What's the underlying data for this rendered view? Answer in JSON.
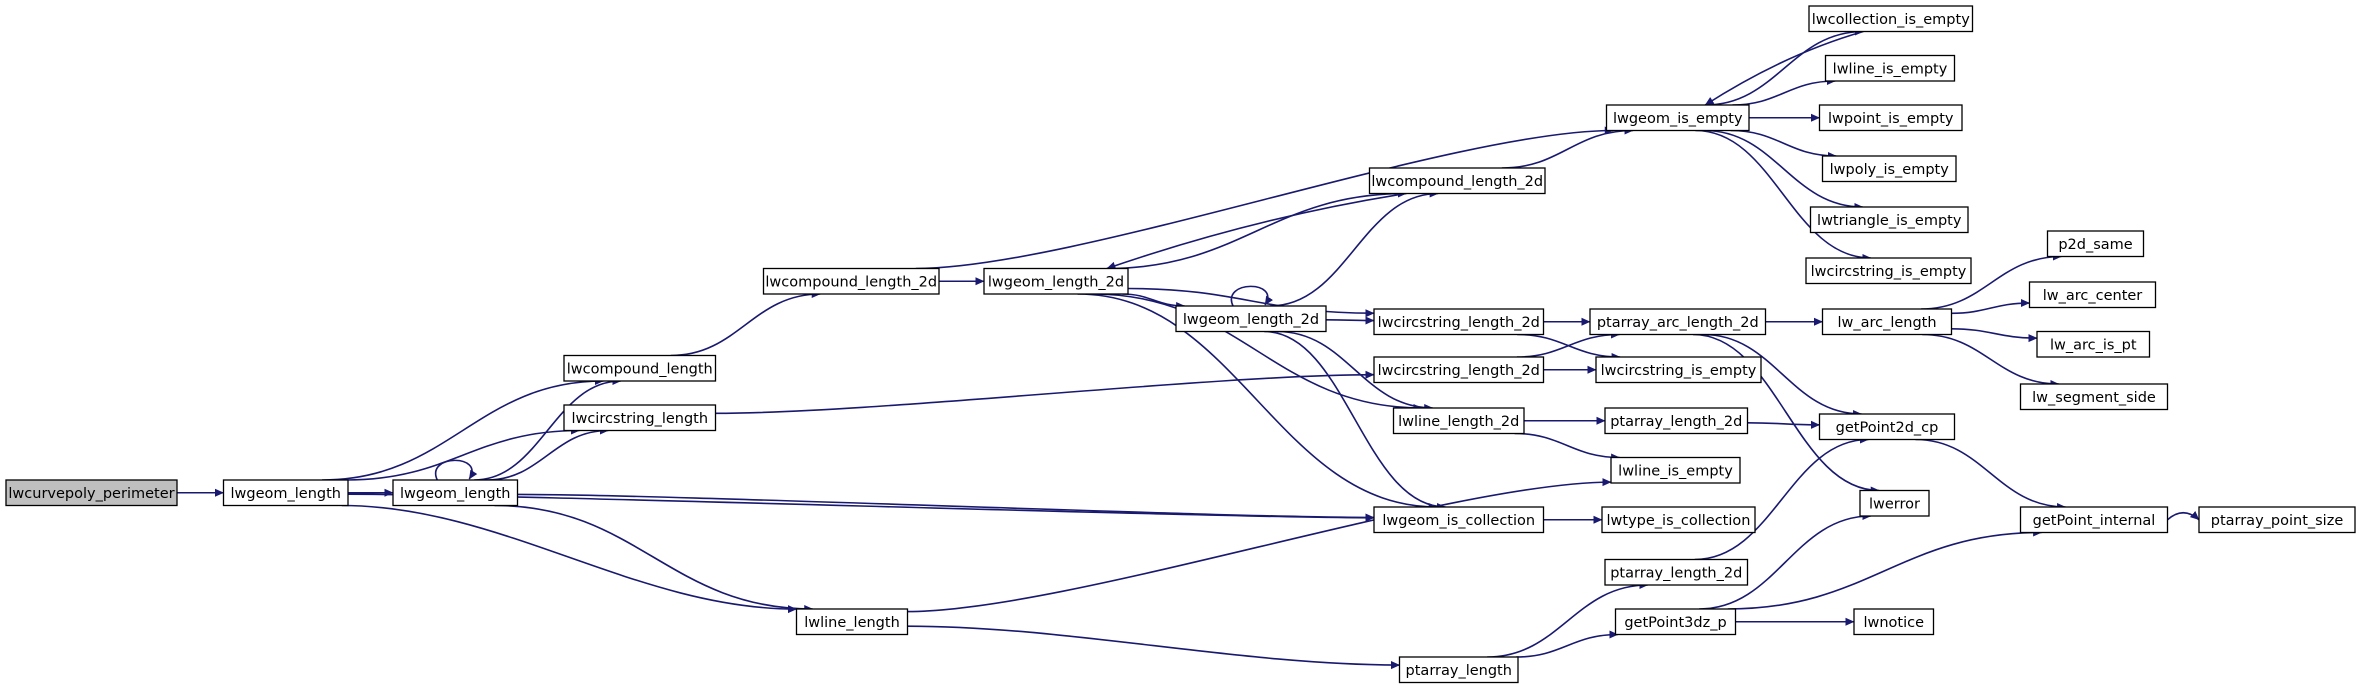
{
  "graph": {
    "colors": {
      "edge": "#191970",
      "node_fill": "#ffffff",
      "root_fill": "#bfbfbf",
      "node_border": "#000000",
      "background": "#ffffff"
    },
    "nodes": [
      {
        "id": "n_root",
        "label": "lwcurvepoly_perimeter",
        "root": true
      },
      {
        "id": "n_lwgeom_length_a",
        "label": "lwgeom_length"
      },
      {
        "id": "n_lwgeom_length_b",
        "label": "lwgeom_length"
      },
      {
        "id": "n_lwcompound_length",
        "label": "lwcompound_length"
      },
      {
        "id": "n_lwcircstring_length",
        "label": "lwcircstring_length"
      },
      {
        "id": "n_lwline_length",
        "label": "lwline_length"
      },
      {
        "id": "n_lwcompound_length_2d_a",
        "label": "lwcompound_length_2d"
      },
      {
        "id": "n_lwgeom_length_2d_a",
        "label": "lwgeom_length_2d"
      },
      {
        "id": "n_lwcompound_length_2d_b",
        "label": "lwcompound_length_2d"
      },
      {
        "id": "n_lwgeom_length_2d_b",
        "label": "lwgeom_length_2d"
      },
      {
        "id": "n_lwcircstring_length_2d_a",
        "label": "lwcircstring_length_2d"
      },
      {
        "id": "n_lwcircstring_length_2d_b",
        "label": "lwcircstring_length_2d"
      },
      {
        "id": "n_lwline_length_2d",
        "label": "lwline_length_2d"
      },
      {
        "id": "n_lwgeom_is_collection",
        "label": "lwgeom_is_collection"
      },
      {
        "id": "n_lwgeom_is_empty",
        "label": "lwgeom_is_empty"
      },
      {
        "id": "n_lwcollection_is_empty",
        "label": "lwcollection_is_empty"
      },
      {
        "id": "n_lwline_is_empty_top",
        "label": "lwline_is_empty"
      },
      {
        "id": "n_lwpoint_is_empty",
        "label": "lwpoint_is_empty"
      },
      {
        "id": "n_lwpoly_is_empty",
        "label": "lwpoly_is_empty"
      },
      {
        "id": "n_lwtriangle_is_empty",
        "label": "lwtriangle_is_empty"
      },
      {
        "id": "n_lwcircstring_is_empty_top",
        "label": "lwcircstring_is_empty"
      },
      {
        "id": "n_ptarray_arc_length_2d",
        "label": "ptarray_arc_length_2d"
      },
      {
        "id": "n_lwcircstring_is_empty_mid",
        "label": "lwcircstring_is_empty"
      },
      {
        "id": "n_ptarray_length_2d_a",
        "label": "ptarray_length_2d"
      },
      {
        "id": "n_lwline_is_empty_mid",
        "label": "lwline_is_empty"
      },
      {
        "id": "n_lwtype_is_collection",
        "label": "lwtype_is_collection"
      },
      {
        "id": "n_ptarray_length_2d_b",
        "label": "ptarray_length_2d"
      },
      {
        "id": "n_getPoint3dz_p",
        "label": "getPoint3dz_p"
      },
      {
        "id": "n_ptarray_length",
        "label": "ptarray_length"
      },
      {
        "id": "n_lw_arc_length",
        "label": "lw_arc_length"
      },
      {
        "id": "n_getPoint2d_cp",
        "label": "getPoint2d_cp"
      },
      {
        "id": "n_lwerror",
        "label": "lwerror"
      },
      {
        "id": "n_lwnotice",
        "label": "lwnotice"
      },
      {
        "id": "n_p2d_same",
        "label": "p2d_same"
      },
      {
        "id": "n_lw_arc_center",
        "label": "lw_arc_center"
      },
      {
        "id": "n_lw_arc_is_pt",
        "label": "lw_arc_is_pt"
      },
      {
        "id": "n_lw_segment_side",
        "label": "lw_segment_side"
      },
      {
        "id": "n_getPoint_internal",
        "label": "getPoint_internal"
      },
      {
        "id": "n_ptarray_point_size",
        "label": "ptarray_point_size"
      }
    ],
    "edges": [
      [
        "n_root",
        "n_lwgeom_length_a"
      ],
      [
        "n_lwgeom_length_a",
        "n_lwgeom_length_b"
      ],
      [
        "n_lwgeom_length_a",
        "n_lwcompound_length"
      ],
      [
        "n_lwgeom_length_a",
        "n_lwcircstring_length"
      ],
      [
        "n_lwgeom_length_a",
        "n_lwline_length"
      ],
      [
        "n_lwgeom_length_a",
        "n_lwgeom_is_collection"
      ],
      [
        "n_lwgeom_length_b",
        "n_lwgeom_length_b"
      ],
      [
        "n_lwgeom_length_b",
        "n_lwcompound_length"
      ],
      [
        "n_lwgeom_length_b",
        "n_lwcircstring_length"
      ],
      [
        "n_lwgeom_length_b",
        "n_lwline_length"
      ],
      [
        "n_lwgeom_length_b",
        "n_lwgeom_is_collection"
      ],
      [
        "n_lwcompound_length",
        "n_lwcompound_length_2d_a"
      ],
      [
        "n_lwcircstring_length",
        "n_lwcircstring_length_2d_b"
      ],
      [
        "n_lwline_length",
        "n_ptarray_length"
      ],
      [
        "n_lwline_length",
        "n_lwline_is_empty_mid"
      ],
      [
        "n_lwcompound_length_2d_a",
        "n_lwgeom_length_2d_a"
      ],
      [
        "n_lwcompound_length_2d_a",
        "n_lwgeom_is_empty"
      ],
      [
        "n_lwgeom_length_2d_a",
        "n_lwcompound_length_2d_b"
      ],
      [
        "n_lwgeom_length_2d_a",
        "n_lwgeom_length_2d_b"
      ],
      [
        "n_lwgeom_length_2d_a",
        "n_lwcircstring_length_2d_a"
      ],
      [
        "n_lwgeom_length_2d_a",
        "n_lwline_length_2d"
      ],
      [
        "n_lwgeom_length_2d_a",
        "n_lwgeom_is_collection"
      ],
      [
        "n_lwcompound_length_2d_b",
        "n_lwgeom_length_2d_a"
      ],
      [
        "n_lwcompound_length_2d_b",
        "n_lwgeom_is_empty"
      ],
      [
        "n_lwgeom_length_2d_b",
        "n_lwgeom_length_2d_b"
      ],
      [
        "n_lwgeom_length_2d_b",
        "n_lwcompound_length_2d_b"
      ],
      [
        "n_lwgeom_length_2d_b",
        "n_lwcircstring_length_2d_a"
      ],
      [
        "n_lwgeom_length_2d_b",
        "n_lwline_length_2d"
      ],
      [
        "n_lwgeom_length_2d_b",
        "n_lwgeom_is_collection"
      ],
      [
        "n_lwcircstring_length_2d_a",
        "n_ptarray_arc_length_2d"
      ],
      [
        "n_lwcircstring_length_2d_a",
        "n_lwcircstring_is_empty_mid"
      ],
      [
        "n_lwcircstring_length_2d_b",
        "n_ptarray_arc_length_2d"
      ],
      [
        "n_lwcircstring_length_2d_b",
        "n_lwcircstring_is_empty_mid"
      ],
      [
        "n_lwline_length_2d",
        "n_ptarray_length_2d_a"
      ],
      [
        "n_lwline_length_2d",
        "n_lwline_is_empty_mid"
      ],
      [
        "n_lwgeom_is_collection",
        "n_lwtype_is_collection"
      ],
      [
        "n_lwgeom_is_empty",
        "n_lwcollection_is_empty"
      ],
      [
        "n_lwcollection_is_empty",
        "n_lwgeom_is_empty"
      ],
      [
        "n_lwgeom_is_empty",
        "n_lwline_is_empty_top"
      ],
      [
        "n_lwgeom_is_empty",
        "n_lwpoint_is_empty"
      ],
      [
        "n_lwgeom_is_empty",
        "n_lwpoly_is_empty"
      ],
      [
        "n_lwgeom_is_empty",
        "n_lwtriangle_is_empty"
      ],
      [
        "n_lwgeom_is_empty",
        "n_lwcircstring_is_empty_top"
      ],
      [
        "n_ptarray_arc_length_2d",
        "n_lw_arc_length"
      ],
      [
        "n_ptarray_arc_length_2d",
        "n_getPoint2d_cp"
      ],
      [
        "n_ptarray_arc_length_2d",
        "n_lwerror"
      ],
      [
        "n_ptarray_length_2d_a",
        "n_getPoint2d_cp"
      ],
      [
        "n_ptarray_length_2d_b",
        "n_getPoint2d_cp"
      ],
      [
        "n_ptarray_length",
        "n_ptarray_length_2d_b"
      ],
      [
        "n_ptarray_length",
        "n_getPoint3dz_p"
      ],
      [
        "n_getPoint3dz_p",
        "n_lwerror"
      ],
      [
        "n_getPoint3dz_p",
        "n_lwnotice"
      ],
      [
        "n_getPoint3dz_p",
        "n_getPoint_internal"
      ],
      [
        "n_lw_arc_length",
        "n_p2d_same"
      ],
      [
        "n_lw_arc_length",
        "n_lw_arc_center"
      ],
      [
        "n_lw_arc_length",
        "n_lw_arc_is_pt"
      ],
      [
        "n_lw_arc_length",
        "n_lw_segment_side"
      ],
      [
        "n_getPoint2d_cp",
        "n_getPoint_internal"
      ],
      [
        "n_getPoint_internal",
        "n_ptarray_point_size"
      ]
    ]
  }
}
